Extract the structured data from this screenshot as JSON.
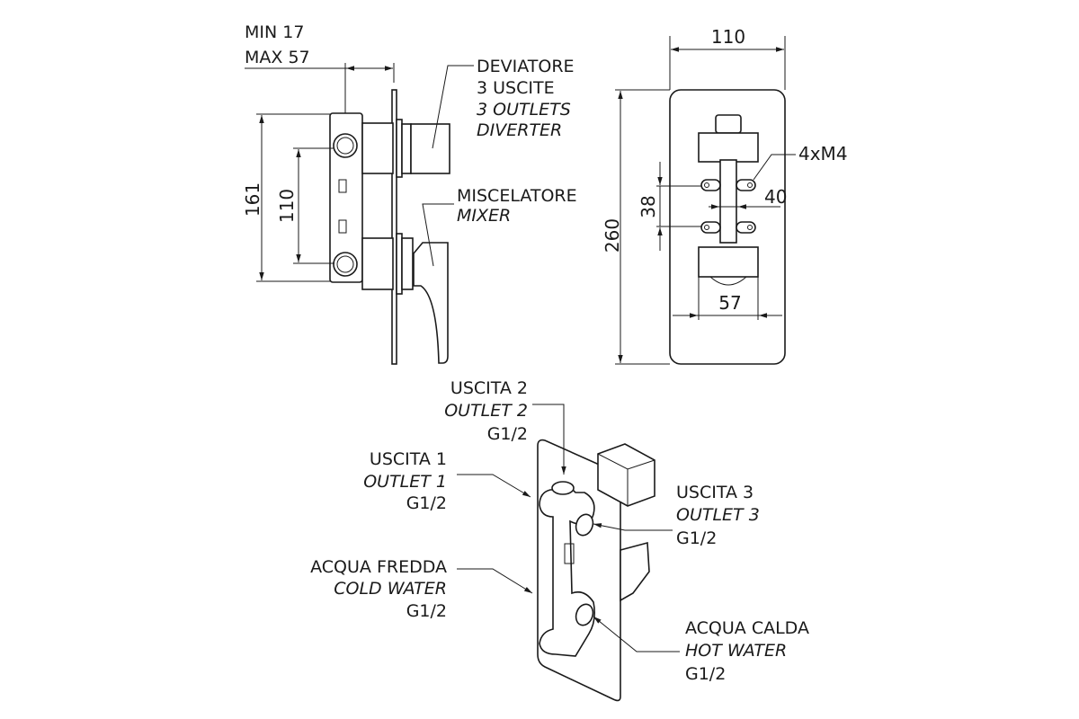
{
  "side_view": {
    "depth_min": "MIN 17",
    "depth_max": "MAX 57",
    "height_overall": "161",
    "inlet_spacing": "110",
    "diverter": {
      "it": "DEVIATORE",
      "it2": "3 USCITE",
      "en": "3 OUTLETS",
      "en2": "DIVERTER"
    },
    "mixer": {
      "it": "MISCELATORE",
      "en": "MIXER"
    }
  },
  "front_view": {
    "plate_width": "110",
    "plate_height": "260",
    "screws": "4xM4",
    "screw_vertical": "38",
    "screw_horizontal": "40",
    "body_width": "57"
  },
  "iso_view": {
    "outlet2": {
      "it": "USCITA 2",
      "en": "OUTLET 2",
      "thread": "G1/2"
    },
    "outlet1": {
      "it": "USCITA 1",
      "en": "OUTLET 1",
      "thread": "G1/2"
    },
    "outlet3": {
      "it": "USCITA 3",
      "en": "OUTLET 3",
      "thread": "G1/2"
    },
    "cold": {
      "it": "ACQUA FREDDA",
      "en": "COLD WATER",
      "thread": "G1/2"
    },
    "hot": {
      "it": "ACQUA CALDA",
      "en": "HOT WATER",
      "thread": "G1/2"
    }
  }
}
